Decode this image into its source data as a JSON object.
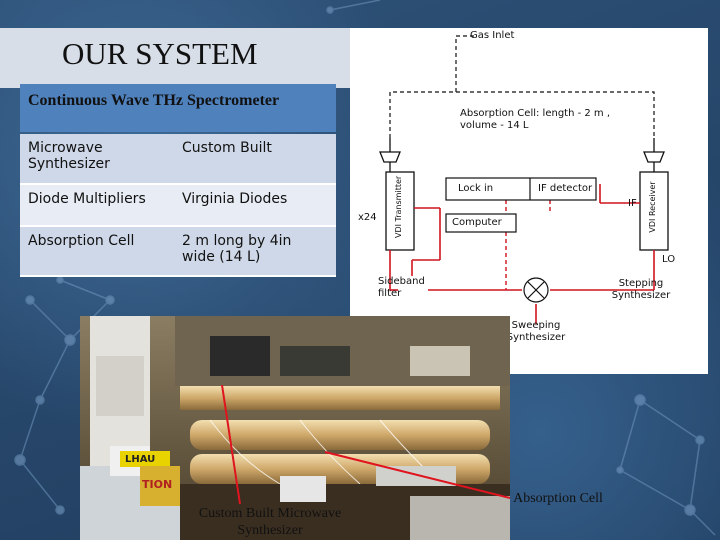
{
  "slide": {
    "title": "OUR SYSTEM",
    "subtitle": "Continuous Wave THz Spectrometer"
  },
  "spec_table": [
    {
      "component": "Microwave Synthesizer",
      "description": "Custom Built"
    },
    {
      "component": "Diode Multipliers",
      "description": "Virginia Diodes"
    },
    {
      "component": "Absorption Cell",
      "description": "2 m long by 4in wide (14 L)"
    }
  ],
  "schematic": {
    "gas_inlet": "Gas Inlet",
    "absorption_cell": "Absorption Cell: length - 2 m , volume - 14 L",
    "transmitter": "VDI Transmitter",
    "receiver": "VDI Receiver",
    "multiplier": "x24",
    "lock_in": "Lock in",
    "if_detector": "IF detector",
    "if": "IF",
    "computer": "Computer",
    "lo": "LO",
    "sideband_filter": "Sideband filter",
    "stepping_synthesizer": "Stepping Synthesizer",
    "sweeping_synthesizer": "Sweeping Synthesizer",
    "mixer_icon": "mixer-cross-circle-icon",
    "horn_icon": "horn-antenna-icon"
  },
  "photo": {
    "bottle_text": "TION"
  },
  "captions": {
    "left": "Custom Built Microwave Synthesizer",
    "right": "Absorption Cell"
  },
  "colors": {
    "background": "#2c4a6e",
    "title_band": "#d7dee8",
    "subtitle_band": "#4f81bd",
    "pointer_line": "#e0141e"
  }
}
